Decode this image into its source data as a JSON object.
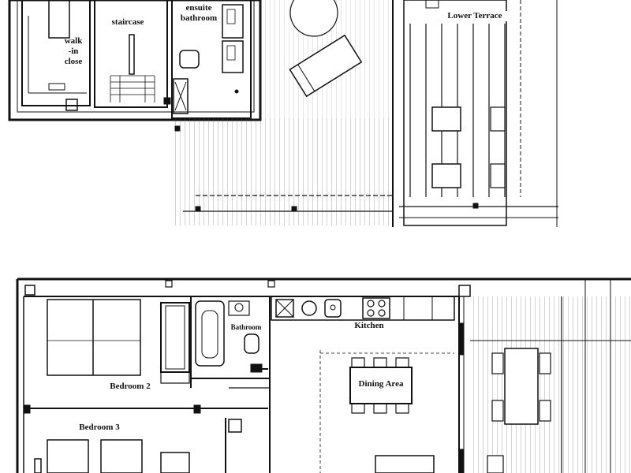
{
  "floor_plan_upper": {
    "rooms": {
      "walk_in_close": [
        "walk",
        "-in",
        "close"
      ],
      "staircase": "staircase",
      "ensuite_bathroom": [
        "ensuite",
        "bathroom"
      ],
      "lower_terrace": "Lower Terrace"
    }
  },
  "floor_plan_lower": {
    "rooms": {
      "bathroom": "Bathroom",
      "kitchen": "Kitchen",
      "bedroom_2": "Bedroom 2",
      "dining_area": "Dining Area",
      "bedroom_3": "Bedroom 3"
    }
  }
}
